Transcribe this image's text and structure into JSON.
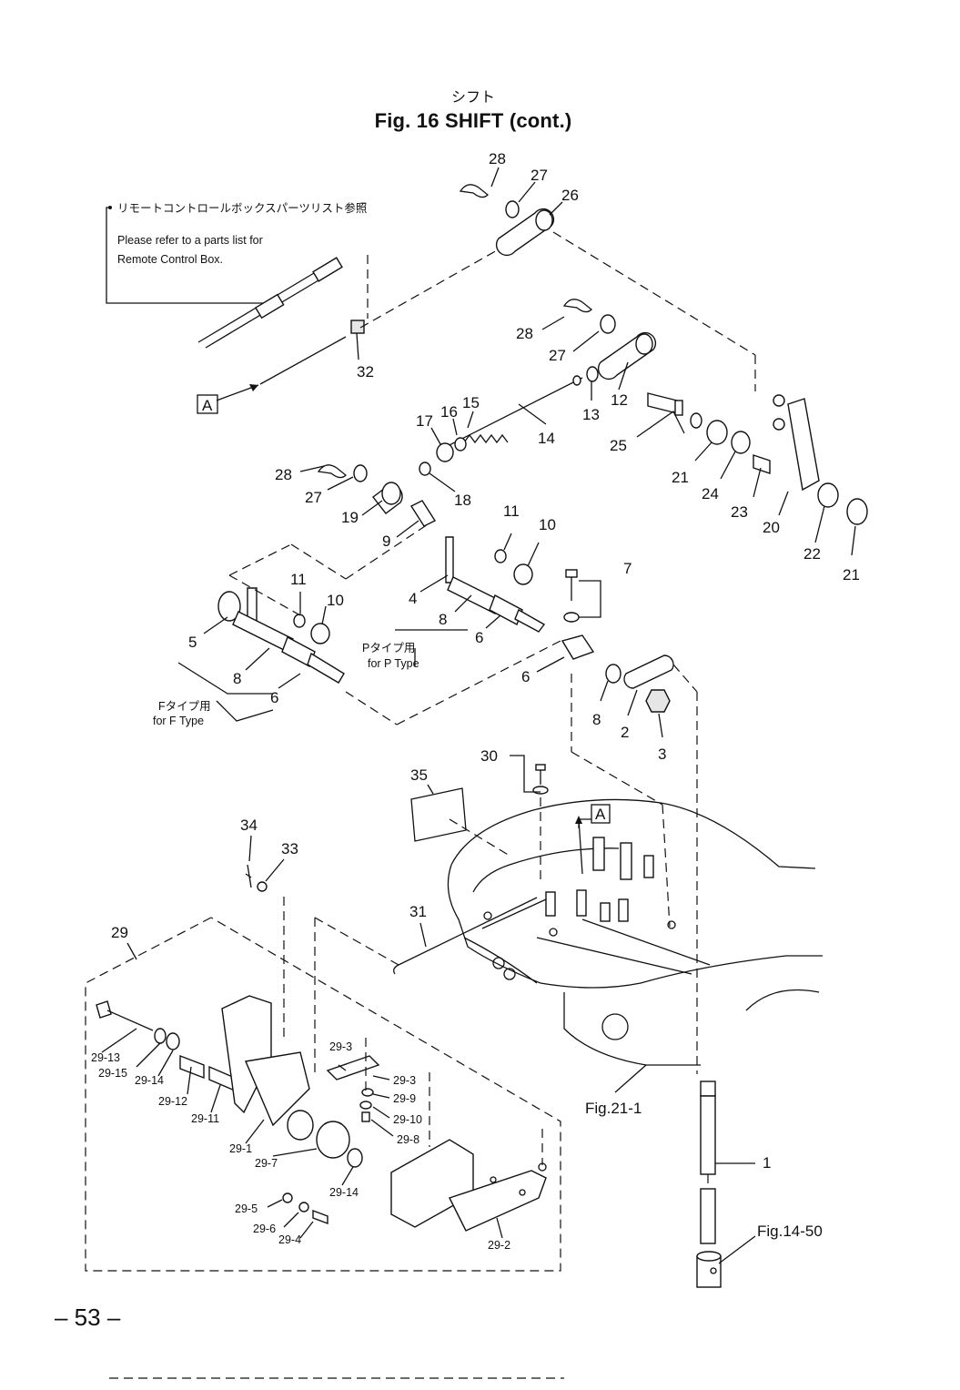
{
  "header": {
    "japanese_title": "シフト",
    "title": "Fig. 16   SHIFT   (cont.)"
  },
  "note": {
    "japanese": "リモートコントロールボックスパーツリスト参照",
    "english_line1": "Please refer to a parts list for",
    "english_line2": "Remote Control Box."
  },
  "refs": {
    "a_box_1": "A",
    "a_box_2": "A",
    "fig_21_1": "Fig.21-1",
    "fig_14_50": "Fig.14-50"
  },
  "variants": {
    "p_type_jp": "Pタイプ用",
    "p_type_en": "for P Type",
    "f_type_jp": "Fタイプ用",
    "f_type_en": "for F Type"
  },
  "callouts": [
    {
      "id": "c28a",
      "text": "28"
    },
    {
      "id": "c27a",
      "text": "27"
    },
    {
      "id": "c26",
      "text": "26"
    },
    {
      "id": "c32",
      "text": "32"
    },
    {
      "id": "c28b",
      "text": "28"
    },
    {
      "id": "c27b",
      "text": "27"
    },
    {
      "id": "c12",
      "text": "12"
    },
    {
      "id": "c13",
      "text": "13"
    },
    {
      "id": "c14",
      "text": "14"
    },
    {
      "id": "c15",
      "text": "15"
    },
    {
      "id": "c16",
      "text": "16"
    },
    {
      "id": "c17",
      "text": "17"
    },
    {
      "id": "c18",
      "text": "18"
    },
    {
      "id": "c25",
      "text": "25"
    },
    {
      "id": "c21a",
      "text": "21"
    },
    {
      "id": "c24",
      "text": "24"
    },
    {
      "id": "c23",
      "text": "23"
    },
    {
      "id": "c20",
      "text": "20"
    },
    {
      "id": "c22",
      "text": "22"
    },
    {
      "id": "c21b",
      "text": "21"
    },
    {
      "id": "c28c",
      "text": "28"
    },
    {
      "id": "c27c",
      "text": "27"
    },
    {
      "id": "c19",
      "text": "19"
    },
    {
      "id": "c9",
      "text": "9"
    },
    {
      "id": "c11a",
      "text": "11"
    },
    {
      "id": "c10a",
      "text": "10"
    },
    {
      "id": "c7",
      "text": "7"
    },
    {
      "id": "c11b",
      "text": "11"
    },
    {
      "id": "c10b",
      "text": "10"
    },
    {
      "id": "c4",
      "text": "4"
    },
    {
      "id": "c8a",
      "text": "8"
    },
    {
      "id": "c6a",
      "text": "6"
    },
    {
      "id": "c5",
      "text": "5"
    },
    {
      "id": "c8b",
      "text": "8"
    },
    {
      "id": "c6b",
      "text": "6"
    },
    {
      "id": "c6c",
      "text": "6"
    },
    {
      "id": "c8c",
      "text": "8"
    },
    {
      "id": "c2",
      "text": "2"
    },
    {
      "id": "c3",
      "text": "3"
    },
    {
      "id": "c30",
      "text": "30"
    },
    {
      "id": "c35",
      "text": "35"
    },
    {
      "id": "c34",
      "text": "34"
    },
    {
      "id": "c33",
      "text": "33"
    },
    {
      "id": "c29",
      "text": "29"
    },
    {
      "id": "c31",
      "text": "31"
    },
    {
      "id": "c1",
      "text": "1"
    }
  ],
  "sub_callouts": [
    {
      "id": "s29_13",
      "text": "29-13"
    },
    {
      "id": "s29_15",
      "text": "29-15"
    },
    {
      "id": "s29_14a",
      "text": "29-14"
    },
    {
      "id": "s29_12",
      "text": "29-12"
    },
    {
      "id": "s29_11",
      "text": "29-11"
    },
    {
      "id": "s29_1",
      "text": "29-1"
    },
    {
      "id": "s29_7",
      "text": "29-7"
    },
    {
      "id": "s29_3a",
      "text": "29-3"
    },
    {
      "id": "s29_3b",
      "text": "29-3"
    },
    {
      "id": "s29_9",
      "text": "29-9"
    },
    {
      "id": "s29_10",
      "text": "29-10"
    },
    {
      "id": "s29_8",
      "text": "29-8"
    },
    {
      "id": "s29_14b",
      "text": "29-14"
    },
    {
      "id": "s29_5",
      "text": "29-5"
    },
    {
      "id": "s29_6",
      "text": "29-6"
    },
    {
      "id": "s29_4",
      "text": "29-4"
    },
    {
      "id": "s29_2",
      "text": "29-2"
    }
  ],
  "footer": {
    "page_number": "– 53 –"
  }
}
